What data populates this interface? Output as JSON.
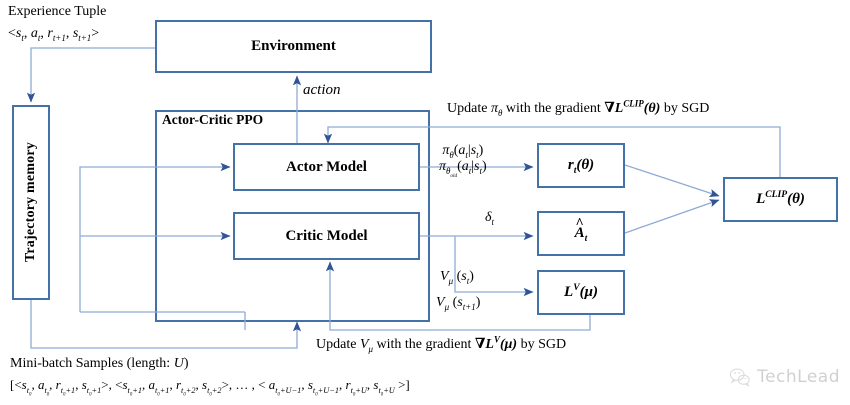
{
  "diagram": {
    "title": "Actor-Critic PPO training loop",
    "colors": {
      "box_border": "#4472a8",
      "wire": "#8faad4",
      "arrow": "#2f5597",
      "text": "#000000",
      "watermark": "#7b7b7b"
    },
    "boxes": {
      "environment": "Environment",
      "trajectory_memory": "Trajectory memory",
      "actor_model": "Actor Model",
      "critic_model": "Critic Model",
      "ppo_group": "Actor-Critic PPO"
    },
    "labels": {
      "experience_tuple": "Experience Tuple",
      "action": "action",
      "update_policy": "Update πθ with the gradient ∇L^CLIP(θ) by SGD",
      "update_value": "Update Vμ with the gradient ∇L^V(μ) by SGD",
      "minibatch": "Mini-batch Samples (length: U)",
      "delta_t": "δt",
      "v_mu_st": "Vμ (st)",
      "v_mu_st1": "Vμ (st+1)",
      "ratio_numerator": "πθ(at|st)",
      "ratio_denominator": "πθold(at|st)",
      "tuple_expr": "<st, at, rt+1, st+1>",
      "samples_expr": "[<st0, at0, rt0+1, st0+1>, <st0+1, at0+1, rt0+2, st0+2>, … , < at0+U-1, st0+U-1, rt0+U, st0+U >]",
      "r_t_theta": "rt(θ)",
      "a_hat_t": "Ât",
      "l_v_mu": "L^V(μ)",
      "l_clip_theta": "L^CLIP(θ)"
    },
    "watermark": {
      "brand": "TechLead",
      "icon": "wechat-icon"
    }
  }
}
